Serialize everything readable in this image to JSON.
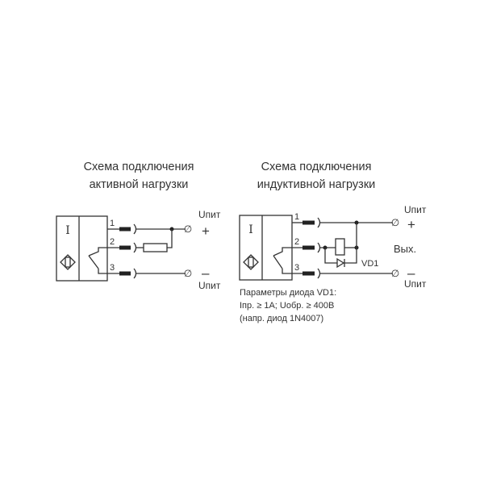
{
  "left": {
    "title_line1": "Схема подключения",
    "title_line2": "активной нагрузки",
    "sensor_symbol": "I",
    "pins": [
      "1",
      "2",
      "3"
    ],
    "plus_label": "Uпит",
    "plus_sign": "+",
    "minus_label": "Uпит",
    "minus_sign": "–",
    "terminal_symbol": "∅"
  },
  "right": {
    "title_line1": "Схема подключения",
    "title_line2": "индуктивной нагрузки",
    "sensor_symbol": "I",
    "pins": [
      "1",
      "2",
      "3"
    ],
    "plus_label": "Uпит",
    "plus_sign": "+",
    "minus_label": "Uпит",
    "minus_sign": "–",
    "output_label": "Вых.",
    "diode_label": "VD1",
    "terminal_symbol": "∅",
    "notes": [
      "Параметры диода VD1:",
      "Iпр. ≥ 1А; Uобр. ≥ 400В",
      "(напр. диод 1N4007)"
    ]
  }
}
